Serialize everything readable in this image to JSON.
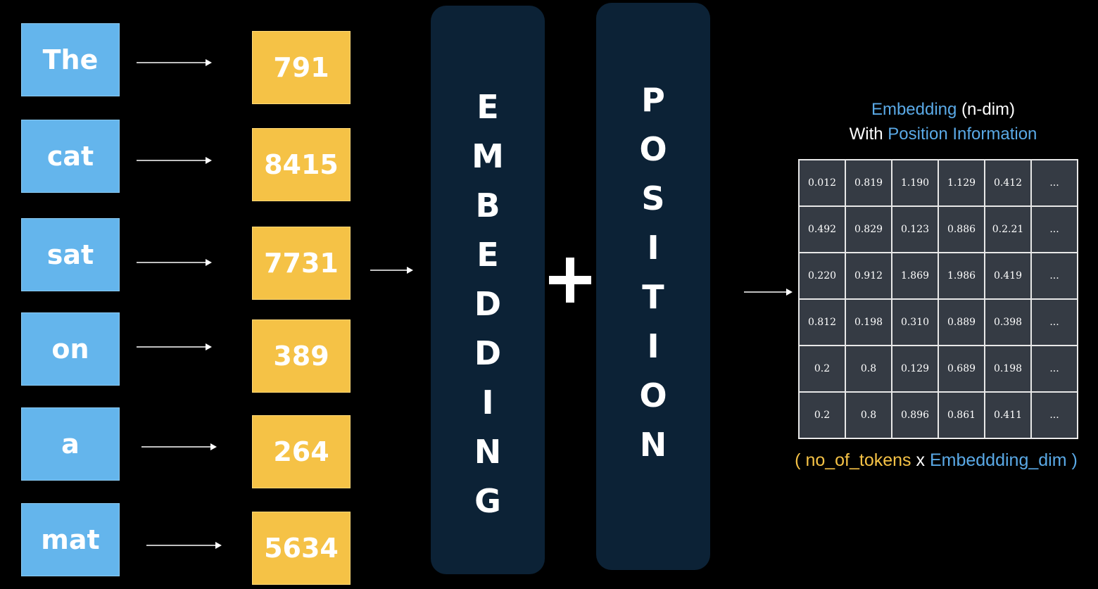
{
  "tokens": [
    "The",
    "cat",
    "sat",
    "on",
    "a",
    "mat"
  ],
  "token_ids": [
    "791",
    "8415",
    "7731",
    "389",
    "264",
    "5634"
  ],
  "embedding_letters": [
    "E",
    "M",
    "B",
    "E",
    "D",
    "D",
    "I",
    "N",
    "G"
  ],
  "position_letters": [
    "P",
    "O",
    "S",
    "I",
    "T",
    "I",
    "O",
    "N"
  ],
  "plus_symbol": "+",
  "caption": {
    "line1_blue": "Embedding",
    "line1_white": "(n-dim)",
    "line2_white": "With",
    "line2_blue": "Position Information"
  },
  "matrix": [
    [
      "0.012",
      "0.819",
      "1.190",
      "1.129",
      "0.412",
      "..."
    ],
    [
      "0.492",
      "0.829",
      "0.123",
      "0.886",
      "0.2.21",
      "..."
    ],
    [
      "0.220",
      "0.912",
      "1.869",
      "1.986",
      "0.419",
      "..."
    ],
    [
      "0.812",
      "0.198",
      "0.310",
      "0.889",
      "0.398",
      "..."
    ],
    [
      "0.2",
      "0.8",
      "0.129",
      "0.689",
      "0.198",
      "..."
    ],
    [
      "0.2",
      "0.8",
      "0.896",
      "0.861",
      "0.411",
      "..."
    ]
  ],
  "dims": {
    "open": "(",
    "rows": "no_of_tokens",
    "times": "x",
    "cols": "Embeddding_dim",
    "close": ")"
  },
  "colors": {
    "token_box": "#64b5ec",
    "id_box": "#f5c246",
    "pillar": "#0c2236",
    "accent_blue": "#5aa9e6",
    "accent_yellow": "#f5c246"
  }
}
